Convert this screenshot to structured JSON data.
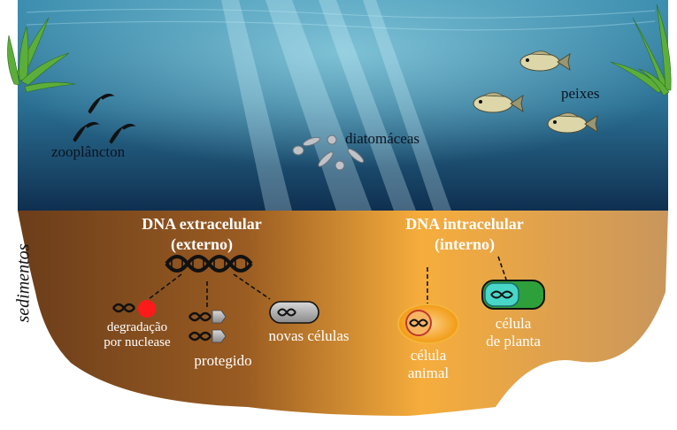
{
  "water": {
    "zooplankton_label": "zooplâncton",
    "diatoms_label": "diatomáceas",
    "fish_label": "peixes"
  },
  "sediment": {
    "side_label": "sedimentos",
    "extracellular": {
      "title_line1": "DNA extracelular",
      "title_line2": "(externo)",
      "degradation_line1": "degradação",
      "degradation_line2": "por nuclease",
      "protected_label": "protegido",
      "new_cells_label": "novas células"
    },
    "intracellular": {
      "title_line1": "DNA intracelular",
      "title_line2": "(interno)",
      "animal_cell_line1": "célula",
      "animal_cell_line2": "animal",
      "plant_cell_line1": "célula",
      "plant_cell_line2": "de planta"
    }
  },
  "colors": {
    "water_top": "#3d8fb0",
    "water_bottom": "#0f2f50",
    "soil_dark": "#6b3d1a",
    "soil_light": "#f6ad3c",
    "nuclease": "#ff1a1a",
    "animal_cell": "#f6a21c",
    "plant_cell": "#2ea03b"
  }
}
